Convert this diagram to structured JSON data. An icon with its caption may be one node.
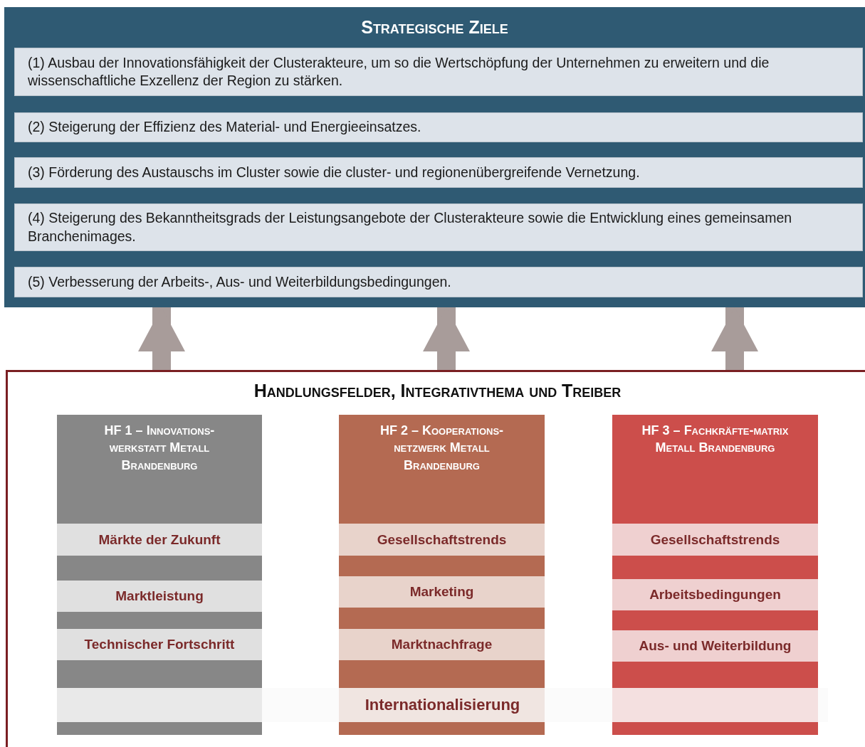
{
  "diagram": {
    "nodes": [
      {
        "text": [
          "Strategische Ziele"
        ]
      },
      {
        "text": [
          "(1) Ausbau der Innovationsfähigkeit der Clusterakteure, um so die Wertschöpfung der Unternehmen zu erweitern und die wissenschaftliche Exzellenz der Region zu stärken."
        ],
        "in": 0
      },
      {
        "text": [
          "(2) Steigerung der Effizienz des Material- und Energieeinsatzes."
        ],
        "in": 0
      },
      {
        "text": [
          "(3) Förderung des Austauschs im Cluster sowie die cluster- und regionenübergreifende Vernetzung."
        ],
        "in": 0
      },
      {
        "text": [
          "(4) Steigerung des Bekanntheitsgrads der Leistungsangebote der Clusterakteure sowie die Entwicklung eines gemeinsamen Branchenimages."
        ],
        "in": 0
      },
      {
        "text": [
          "(5) Verbesserung der Arbeits-, Aus- und Weiterbildungsbedingungen."
        ],
        "in": 0
      },
      {
        "text": [
          "Handlungsfelder, Integrativthema und Treiber"
        ]
      },
      {
        "text": [
          "HF 1 – Innovations-werkstatt Metall Brandenburg"
        ],
        "in": 6
      },
      {
        "text": [
          "Märkte der Zukunft"
        ],
        "in": 7
      },
      {
        "text": [
          "Marktleistung"
        ],
        "in": 7
      },
      {
        "text": [
          "Technischer Fortschritt"
        ],
        "in": 7
      },
      {
        "text": [
          "HF 2 – Kooperations-netzwerk Metall Brandenburg"
        ],
        "in": 6
      },
      {
        "text": [
          "Gesellschaftstrends"
        ],
        "in": 11
      },
      {
        "text": [
          "Marketing"
        ],
        "in": 11
      },
      {
        "text": [
          "Marktnachfrage"
        ],
        "in": 11
      },
      {
        "text": [
          "HF 3 – Fachkräfte-matrix Metall Brandenburg"
        ],
        "in": 6
      },
      {
        "text": [
          "Gesellschaftstrends"
        ],
        "in": 15
      },
      {
        "text": [
          "Arbeitsbedingungen"
        ],
        "in": 15
      },
      {
        "text": [
          "Aus- und Weiterbildung"
        ],
        "in": 15
      },
      {
        "text": [
          "Internationalisierung"
        ],
        "in": 6
      }
    ],
    "edges": [
      {
        "from": 6,
        "to": 0,
        "arrow": "to"
      },
      {
        "from": 6,
        "to": 0,
        "arrow": "to"
      },
      {
        "from": 6,
        "to": 0,
        "arrow": "to"
      }
    ]
  }
}
